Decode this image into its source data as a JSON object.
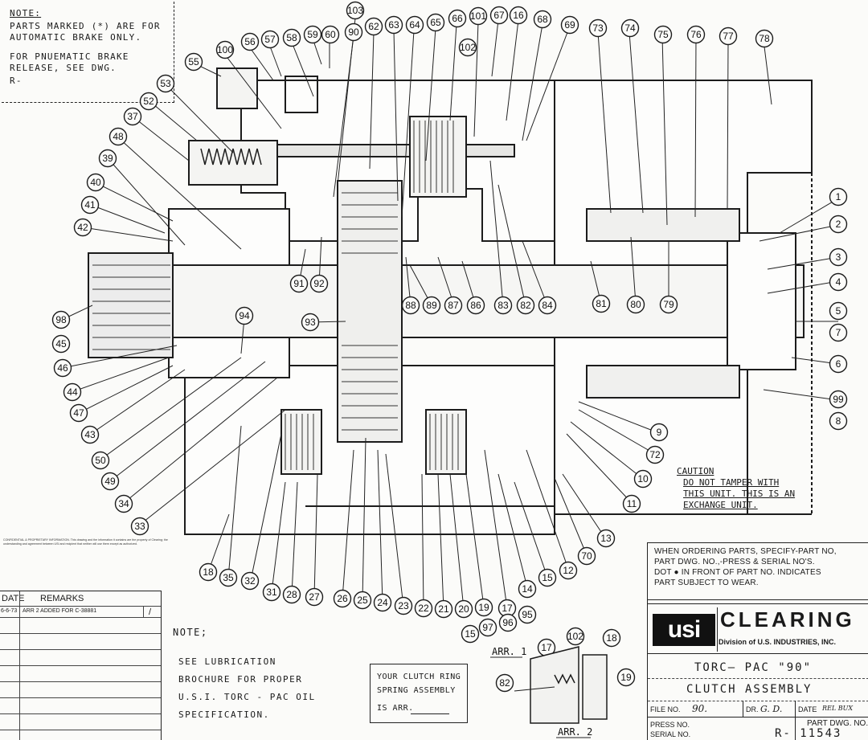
{
  "note_box": {
    "heading": "NOTE:",
    "lines": [
      "PARTS MARKED (*) ARE FOR",
      "AUTOMATIC BRAKE ONLY.",
      "FOR PNUEMATIC BRAKE",
      "RELEASE, SEE DWG.",
      "R-"
    ]
  },
  "confidential_text": "CONFIDENTIAL & PROPRIETARY INFORMATION. This drawing and the information it contains are the property of Clearing; the understanding and agreement between USI and recipient that neither will use them except as authorized.",
  "revisions": {
    "headers": [
      "DATE",
      "REMARKS"
    ],
    "rows": [
      {
        "date": "6-6-73",
        "remark": "ARR 2 ADDED FOR  C-38881",
        "mark": "/"
      }
    ]
  },
  "lube_note": {
    "heading": "NOTE;",
    "lines": [
      "SEE  LUBRICATION",
      "BROCHURE FOR PROPER",
      "U.S.I.  TORC - PAC  OIL",
      "SPECIFICATION."
    ]
  },
  "spring_box": {
    "lines": [
      "YOUR CLUTCH RING",
      "SPRING ASSEMBLY",
      "IS ARR."
    ]
  },
  "caution": {
    "lines": [
      "CAUTION",
      "DO NOT TAMPER WITH",
      "THIS UNIT.  THIS IS AN",
      "EXCHANGE UNIT."
    ]
  },
  "arrangements": {
    "arr1": "ARR. 1",
    "arr2": "ARR. 2"
  },
  "title_block": {
    "ordering_lines": [
      "WHEN ORDERING PARTS, SPECIFY-PART NO,",
      "PART DWG. NO.,-PRESS & SERIAL NO'S.",
      "DOT ● IN FRONT OF PART NO. INDICATES",
      "PART SUBJECT TO WEAR."
    ],
    "logo_text": "usi",
    "company": "CLEARING",
    "division": "Division of U.S. INDUSTRIES, INC.",
    "title_line1": "TORC– PAC  \"90\"",
    "title_line2": "CLUTCH    ASSEMBLY",
    "file_no_label": "FILE NO.",
    "file_no": "90.",
    "dr_label": "DR.",
    "dr_value": "G. D.",
    "date_label": "DATE",
    "date_value": "REL BUX",
    "press_no_label": "PRESS NO.",
    "serial_no_label": "SERIAL NO.",
    "part_dwg_label": "PART DWG. NO.",
    "part_dwg_no": "R- 11543"
  },
  "callouts": [
    "103",
    "100",
    "56",
    "57",
    "58",
    "59",
    "60",
    "90",
    "62",
    "63",
    "64",
    "65",
    "66",
    "101",
    "67",
    "16",
    "68",
    "69",
    "102",
    "73",
    "74",
    "75",
    "76",
    "77",
    "78",
    "55",
    "53",
    "52",
    "37",
    "48",
    "39",
    "40",
    "41",
    "42",
    "98",
    "45",
    "46",
    "44",
    "47",
    "43",
    "50",
    "49",
    "34",
    "33",
    "94",
    "91",
    "92",
    "93",
    "88",
    "89",
    "87",
    "86",
    "83",
    "82",
    "84",
    "81",
    "80",
    "79",
    "1",
    "2",
    "3",
    "4",
    "5",
    "7",
    "6",
    "99",
    "8",
    "9",
    "72",
    "10",
    "11",
    "13",
    "70",
    "12",
    "15",
    "14",
    "17",
    "19",
    "20",
    "21",
    "22",
    "23",
    "24",
    "25",
    "26",
    "27",
    "28",
    "31",
    "32",
    "35",
    "18",
    "95",
    "96",
    "97",
    "15",
    "17",
    "102",
    "18",
    "82",
    "19"
  ]
}
